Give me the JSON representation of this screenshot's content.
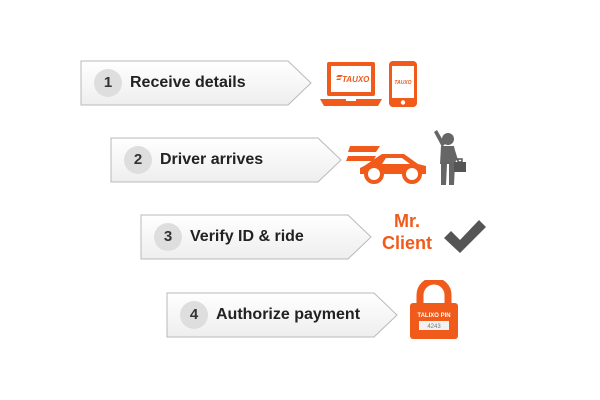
{
  "steps": [
    {
      "number": "1",
      "label": "Receive details"
    },
    {
      "number": "2",
      "label": "Driver arrives"
    },
    {
      "number": "3",
      "label": "Verify ID & ride"
    },
    {
      "number": "4",
      "label": "Authorize payment"
    }
  ],
  "brand": {
    "logo_text": "TAUXO",
    "accent_color": "#f05a1a",
    "check_color": "#555555"
  },
  "client": {
    "line1": "Mr.",
    "line2": "Client"
  },
  "lock": {
    "title": "TALIXO PIN",
    "pin": "4243"
  },
  "icons": {
    "laptop": "laptop-icon",
    "phone": "phone-icon",
    "car": "car-icon",
    "passenger": "passenger-icon",
    "check": "checkmark-icon",
    "lock": "padlock-icon"
  }
}
